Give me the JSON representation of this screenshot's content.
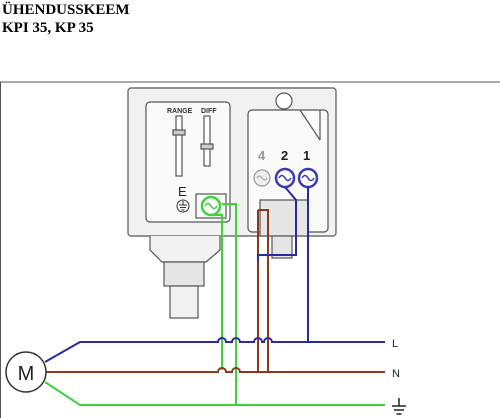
{
  "header": {
    "title": "ÜHENDUSSKEEM",
    "models": "KPI 35, KP 35"
  },
  "switch": {
    "range_label": "RANGE",
    "diff_label": "DIFF",
    "earth_label": "E",
    "terminal_4": "4",
    "terminal_2": "2",
    "terminal_1": "1"
  },
  "motor": {
    "label": "M"
  },
  "lines": {
    "live": "L",
    "neutral": "N",
    "earth_symbol": "earth-ground-icon"
  },
  "colors": {
    "live_wire": "#2a2aa0",
    "neutral_wire": "#8a3a1a",
    "earth_wire": "#3cd23c",
    "terminal_fill": "#3a3ab4",
    "outline": "#555555",
    "box_fill": "#f2f2f2"
  }
}
